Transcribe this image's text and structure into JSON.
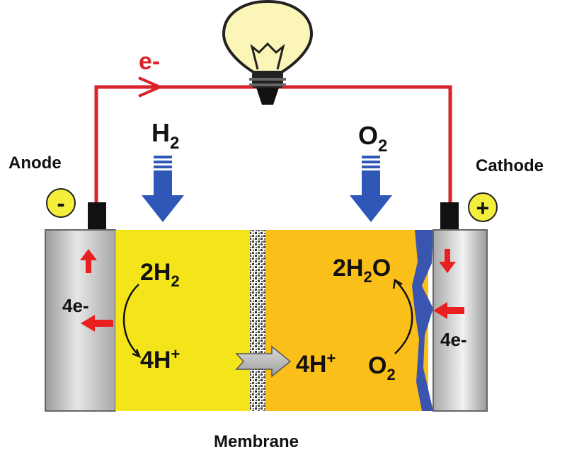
{
  "labels": {
    "electron_flow": "e-",
    "anode": "Anode",
    "cathode": "Cathode",
    "anode_sign": "-",
    "cathode_sign": "+",
    "membrane": "Membrane",
    "anode_electrons": "4e-",
    "cathode_electrons": "4e-"
  },
  "inputs": {
    "hydrogen": {
      "base": "H",
      "sub": "2"
    },
    "oxygen": {
      "base": "O",
      "sub": "2"
    }
  },
  "reactions": {
    "anode_reactant": {
      "coef": "2H",
      "sub": "2"
    },
    "anode_product": {
      "base": "4H",
      "sup": "+"
    },
    "cathode_proton": {
      "base": "4H",
      "sup": "+"
    },
    "cathode_product": {
      "coef": "2H",
      "sub": "2",
      "rest": "O"
    },
    "cathode_reactant": {
      "base": "O",
      "sub": "2"
    }
  },
  "colors": {
    "wire": "#d8232a",
    "arrow_red": "#e82020",
    "gas_arrow": "#2f57b8",
    "anode_zone": "#f3e51a",
    "cathode_zone": "#fbbf1a",
    "catalyst_layer": "#3a55b0",
    "electrode": "#b8b8b8",
    "sign_badge": "#f4ef3c",
    "bulb": "#fbf6b8"
  }
}
